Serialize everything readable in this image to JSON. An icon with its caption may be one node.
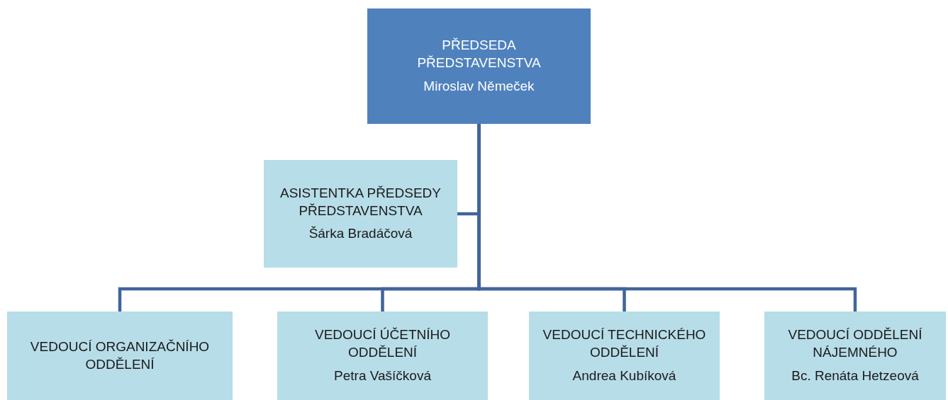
{
  "diagram": {
    "nodes": [
      {
        "text": [
          "PŘEDSEDA PŘEDSTAVENSTVA",
          "Miroslav Němeček"
        ]
      },
      {
        "text": [
          "ASISTENTKA PŘEDSEDY PŘEDSTAVENSTVA",
          "Šárka Bradáčová"
        ]
      },
      {
        "text": [
          "VEDOUCÍ ORGANIZAČNÍHO ODDĚLENÍ"
        ]
      },
      {
        "text": [
          "VEDOUCÍ ÚČETNÍHO ODDĚLENÍ",
          "Petra Vašíčková"
        ]
      },
      {
        "text": [
          "VEDOUCÍ TECHNICKÉHO ODDĚLENÍ",
          "Andrea Kubíková"
        ]
      },
      {
        "text": [
          "VEDOUCÍ ODDĚLENÍ NÁJEMNÉHO",
          "Bc. Renáta Hetzeová"
        ]
      }
    ],
    "edges": [
      {
        "from": 0,
        "to": 1,
        "arrow": "none"
      },
      {
        "from": 0,
        "to": 2,
        "arrow": "none"
      },
      {
        "from": 0,
        "to": 3,
        "arrow": "none"
      },
      {
        "from": 0,
        "to": 4,
        "arrow": "none"
      },
      {
        "from": 0,
        "to": 5,
        "arrow": "none"
      }
    ]
  }
}
